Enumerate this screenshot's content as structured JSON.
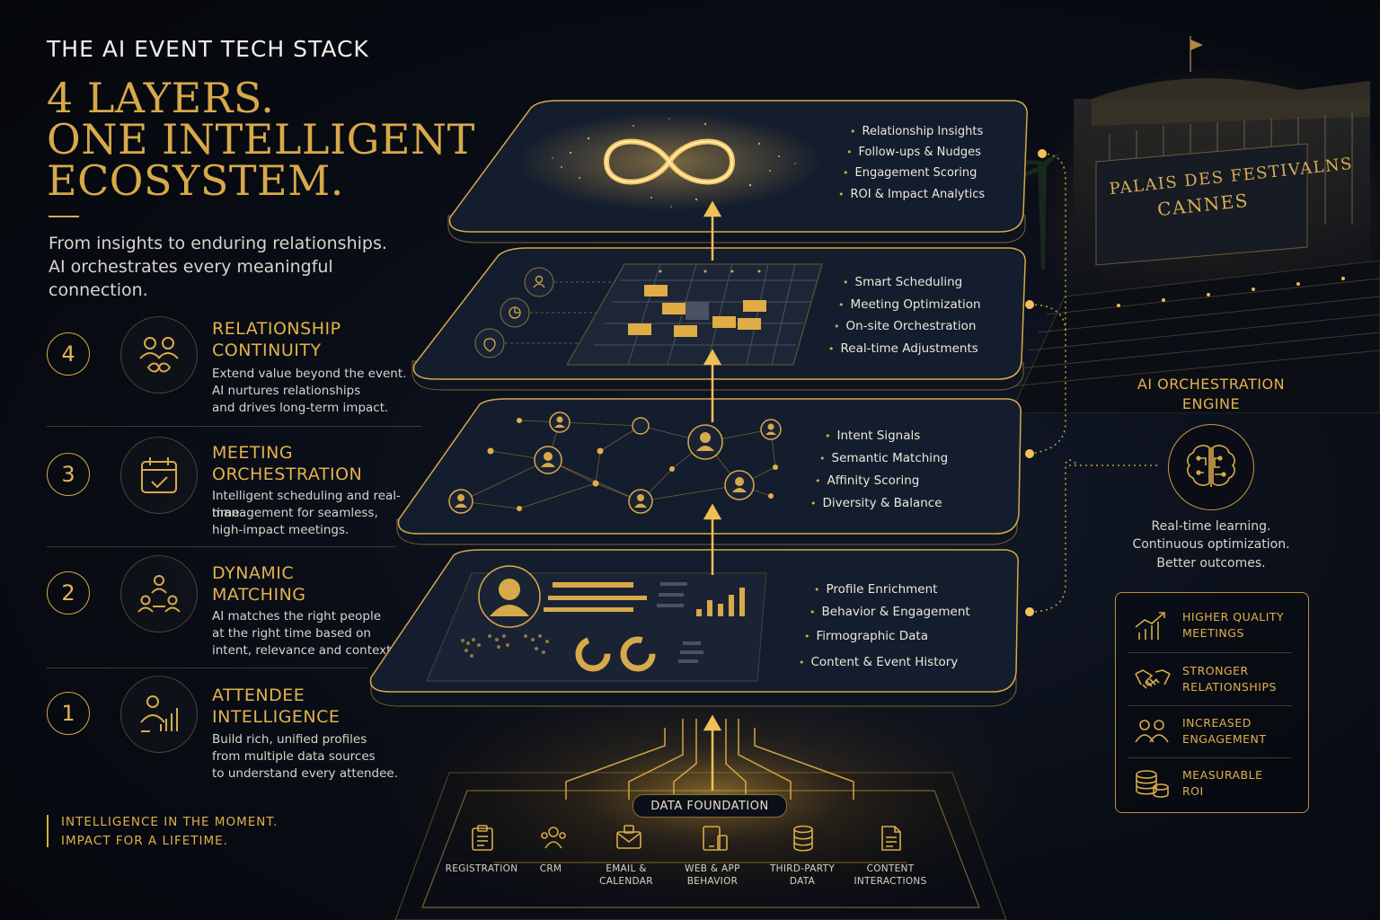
{
  "header": {
    "kicker": "THE AI EVENT TECH STACK",
    "headline_1": "4 LAYERS.",
    "headline_2": "ONE INTELLIGENT",
    "headline_3": "ECOSYSTEM.",
    "sub_1": "From insights to enduring relationships.",
    "sub_2": "AI orchestrates every meaningful",
    "sub_3": "connection."
  },
  "layers": [
    {
      "num": "4",
      "title_1": "RELATIONSHIP",
      "title_2": "CONTINUITY",
      "desc_1": "Extend value beyond the event.",
      "desc_2": "AI nurtures relationships",
      "desc_3": "and drives long-term impact.",
      "icon": "people-infinity-icon"
    },
    {
      "num": "3",
      "title_1": "MEETING",
      "title_2": "ORCHESTRATION",
      "desc_1": "Intelligent scheduling and real-time",
      "desc_2": "management for seamless,",
      "desc_3": "high-impact meetings.",
      "icon": "calendar-check-icon"
    },
    {
      "num": "2",
      "title_1": "DYNAMIC",
      "title_2": "MATCHING",
      "desc_1": "AI matches the right people",
      "desc_2": "at the right time based on",
      "desc_3": "intent, relevance and context.",
      "icon": "people-network-icon"
    },
    {
      "num": "1",
      "title_1": "ATTENDEE",
      "title_2": "INTELLIGENCE",
      "desc_1": "Build rich, unified profiles",
      "desc_2": "from multiple data sources",
      "desc_3": "to understand every attendee.",
      "icon": "person-chart-icon"
    }
  ],
  "footer": {
    "line_1": "INTELLIGENCE IN THE MOMENT.",
    "line_2": "IMPACT FOR A LIFETIME."
  },
  "platforms": {
    "p4": [
      "Relationship Insights",
      "Follow-ups & Nudges",
      "Engagement Scoring",
      "ROI & Impact Analytics"
    ],
    "p3": [
      "Smart Scheduling",
      "Meeting Optimization",
      "On-site Orchestration",
      "Real-time Adjustments"
    ],
    "p2": [
      "Intent Signals",
      "Semantic Matching",
      "Affinity Scoring",
      "Diversity & Balance"
    ],
    "p1": [
      "Profile Enrichment",
      "Behavior & Engagement",
      "Firmographic Data",
      "Content & Event History"
    ]
  },
  "data_foundation": {
    "label": "DATA FOUNDATION",
    "sources": [
      {
        "l1": "REGISTRATION",
        "l2": "",
        "icon": "clipboard-icon"
      },
      {
        "l1": "CRM",
        "l2": "",
        "icon": "people-icon"
      },
      {
        "l1": "EMAIL &",
        "l2": "CALENDAR",
        "icon": "mail-calendar-icon"
      },
      {
        "l1": "WEB & APP",
        "l2": "BEHAVIOR",
        "icon": "devices-icon"
      },
      {
        "l1": "THIRD-PARTY",
        "l2": "DATA",
        "icon": "database-icon"
      },
      {
        "l1": "CONTENT",
        "l2": "INTERACTIONS",
        "icon": "document-icon"
      }
    ]
  },
  "engine": {
    "title_1": "AI ORCHESTRATION",
    "title_2": "ENGINE",
    "note_1": "Real-time learning.",
    "note_2": "Continuous optimization.",
    "note_3": "Better outcomes.",
    "icon": "brain-circuit-icon"
  },
  "outcomes": [
    {
      "l1": "HIGHER QUALITY",
      "l2": "MEETINGS",
      "icon": "bar-trend-icon"
    },
    {
      "l1": "STRONGER",
      "l2": "RELATIONSHIPS",
      "icon": "handshake-icon"
    },
    {
      "l1": "INCREASED",
      "l2": "ENGAGEMENT",
      "icon": "people-icon"
    },
    {
      "l1": "MEASURABLE",
      "l2": "ROI",
      "icon": "coins-icon"
    }
  ],
  "venue": {
    "sign_1": "PALAIS DES FESTIVALNS",
    "sign_2": "CANNES"
  },
  "colors": {
    "gold": "#d8a94a",
    "background": "#07090f",
    "platform": "#141d2d"
  }
}
